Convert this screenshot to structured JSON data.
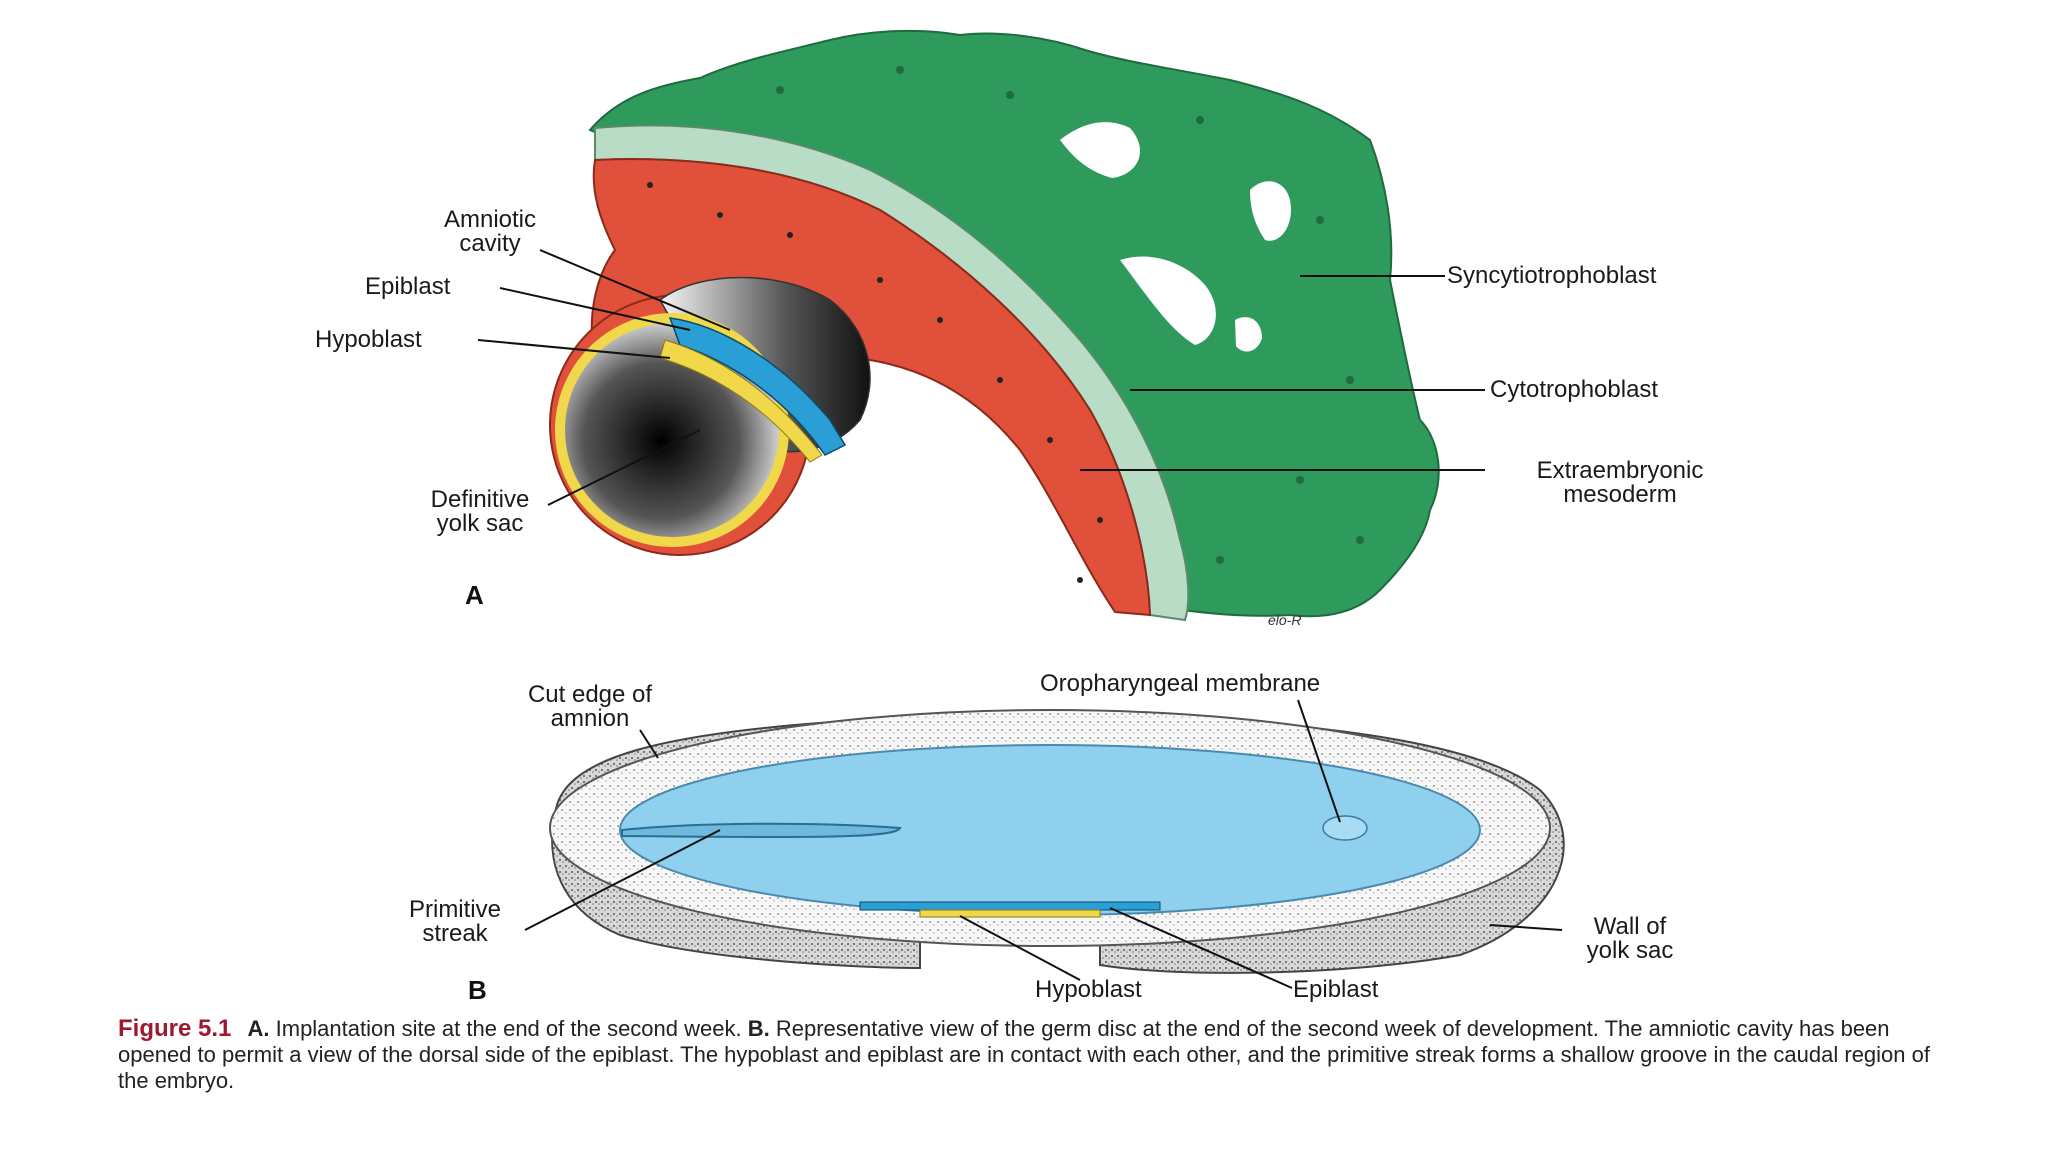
{
  "panel_a": {
    "letter": "A",
    "labels": {
      "amniotic_cavity_line1": "Amniotic",
      "amniotic_cavity_line2": "cavity",
      "epiblast": "Epiblast",
      "hypoblast": "Hypoblast",
      "definitive_yolk_sac_line1": "Definitive",
      "definitive_yolk_sac_line2": "yolk sac",
      "syncytiotrophoblast": "Syncytiotrophoblast",
      "cytotrophoblast": "Cytotrophoblast",
      "extraembryonic_mesoderm_line1": "Extraembryonic",
      "extraembryonic_mesoderm_line2": "mesoderm"
    },
    "signature": "elo-R"
  },
  "panel_b": {
    "letter": "B",
    "labels": {
      "cut_edge_line1": "Cut edge of",
      "cut_edge_line2": "amnion",
      "oropharyngeal_membrane": "Oropharyngeal membrane",
      "primitive_streak_line1": "Primitive",
      "primitive_streak_line2": "streak",
      "wall_yolk_sac_line1": "Wall of",
      "wall_yolk_sac_line2": "yolk sac",
      "hypoblast": "Hypoblast",
      "epiblast": "Epiblast"
    }
  },
  "caption": {
    "figure_label": "Figure 5.1",
    "part_a_letter": "A.",
    "part_a_text": "Implantation site at the end of the second week.",
    "part_b_letter": "B.",
    "part_b_text": "Representative view of the germ disc at the end of the second week of development. The amniotic cavity has been opened to permit a view of the dorsal side of the epiblast. The hypoblast and epiblast are in contact with each other, and the primitive streak forms a shallow groove in the caudal region of the embryo."
  },
  "colors": {
    "syncytiotrophoblast": "#2e9a5c",
    "cytotrophoblast": "#b9dcc6",
    "mesoderm": "#e0503a",
    "epiblast": "#2a9fd6",
    "hypoblast": "#f0d84a",
    "germ_disc": "#8fd0ee",
    "caption_figure": "#a01830"
  }
}
